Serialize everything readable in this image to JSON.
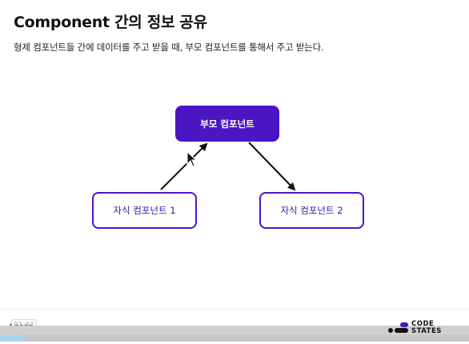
{
  "slide": {
    "title": "Component 간의 정보 공유",
    "subtitle": "형제 컴포넌트들 간에 데이터를 주고 받을 때, 부모 컴포넌트를 통해서 주고 받는다."
  },
  "diagram": {
    "parent_label": "부모 컴포넌트",
    "child1_label": "자식 컴포넌트 1",
    "child2_label": "자식 컴포넌트 2"
  },
  "player": {
    "timecode": "01:01",
    "page_label": "4 page",
    "progress_fraction": 0.05
  },
  "brand": {
    "line1": "CODE",
    "line2": "STATES",
    "accent": "#4a16c4"
  }
}
